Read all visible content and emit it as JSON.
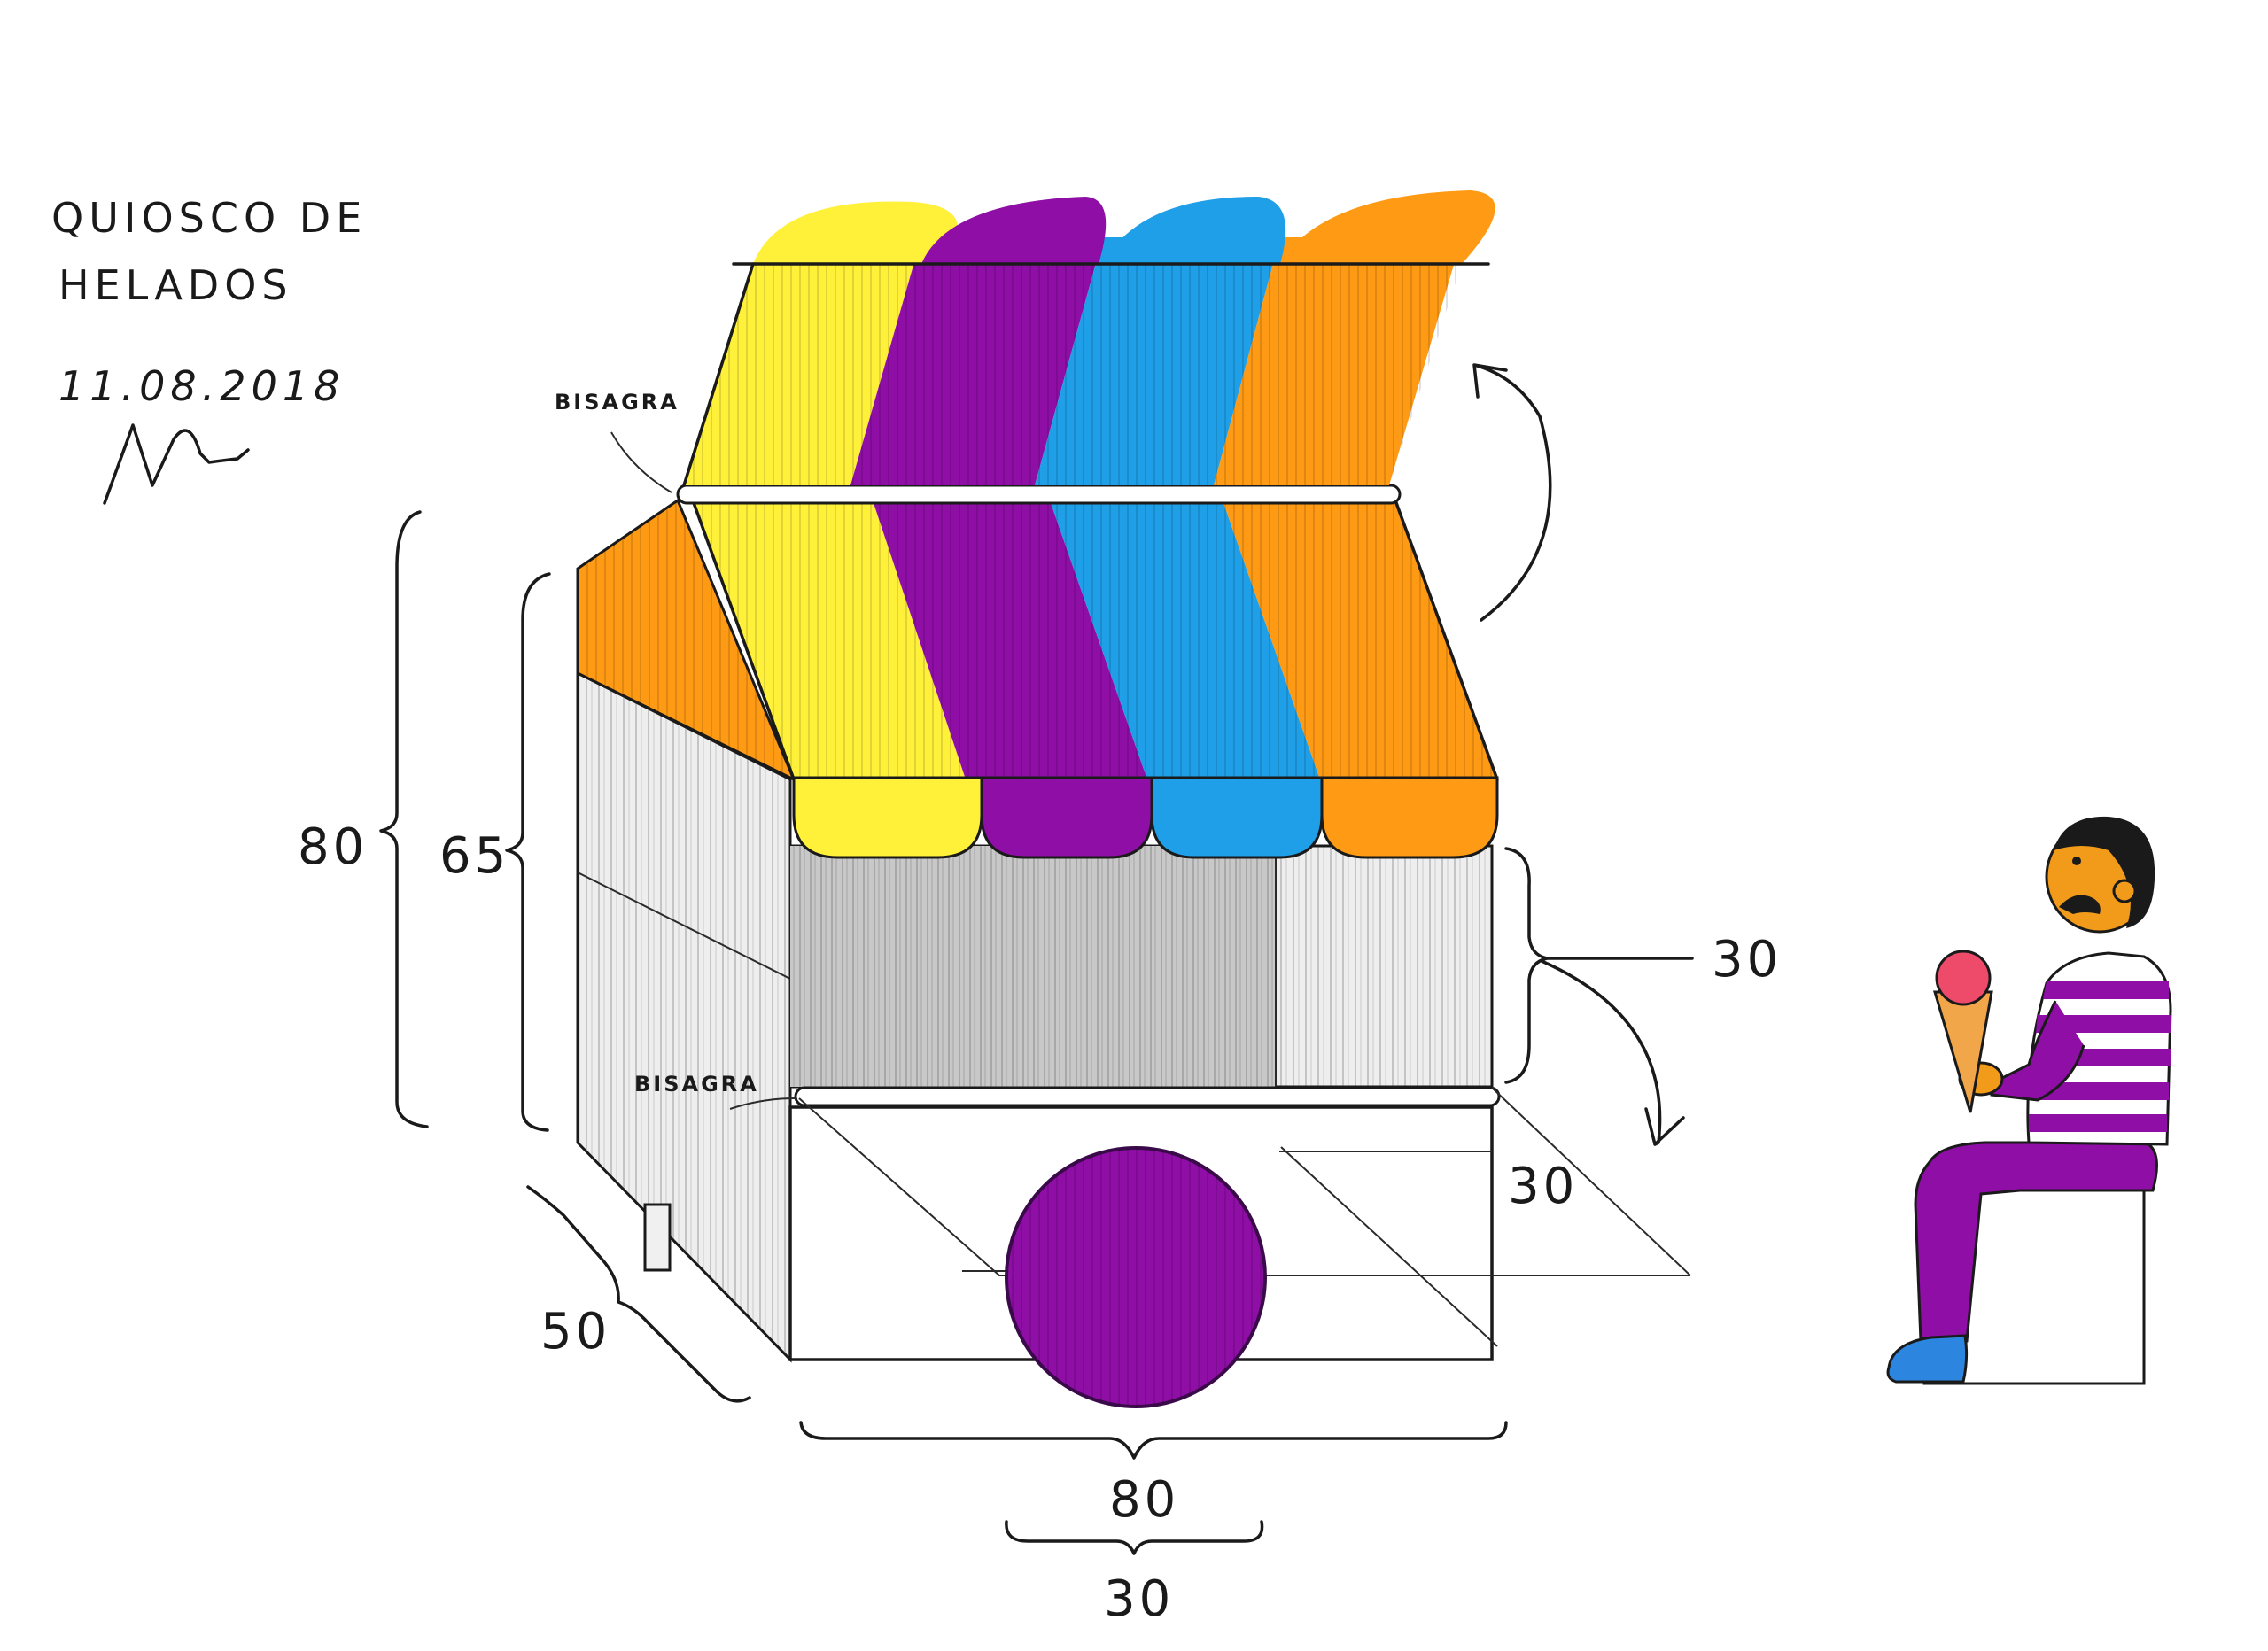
{
  "title": {
    "line1": "QUIOSCO DE",
    "line2": "HELADOS",
    "date": "11.08.2018"
  },
  "labels": {
    "hinge_top": "BISAGRA",
    "hinge_bottom": "BISAGRA"
  },
  "dimensions": {
    "total_height": "80",
    "body_height": "65",
    "depth": "50",
    "width": "80",
    "wheel_diameter": "30",
    "front_flap": "30",
    "counter_depth": "30"
  },
  "colors": {
    "yellow": "#fff03a",
    "purple": "#8e0ea6",
    "blue": "#1e9fe8",
    "orange": "#ff9a14",
    "grey_panel": "#d8d8d8",
    "skin": "#f29a1a",
    "ice_cream": "#ee4a6a",
    "shoe": "#2c86e0"
  },
  "icons": {
    "signature": "signature-icon",
    "open_arrow": "curved-arrow-up-icon",
    "fold_arrow": "curved-arrow-down-icon"
  }
}
